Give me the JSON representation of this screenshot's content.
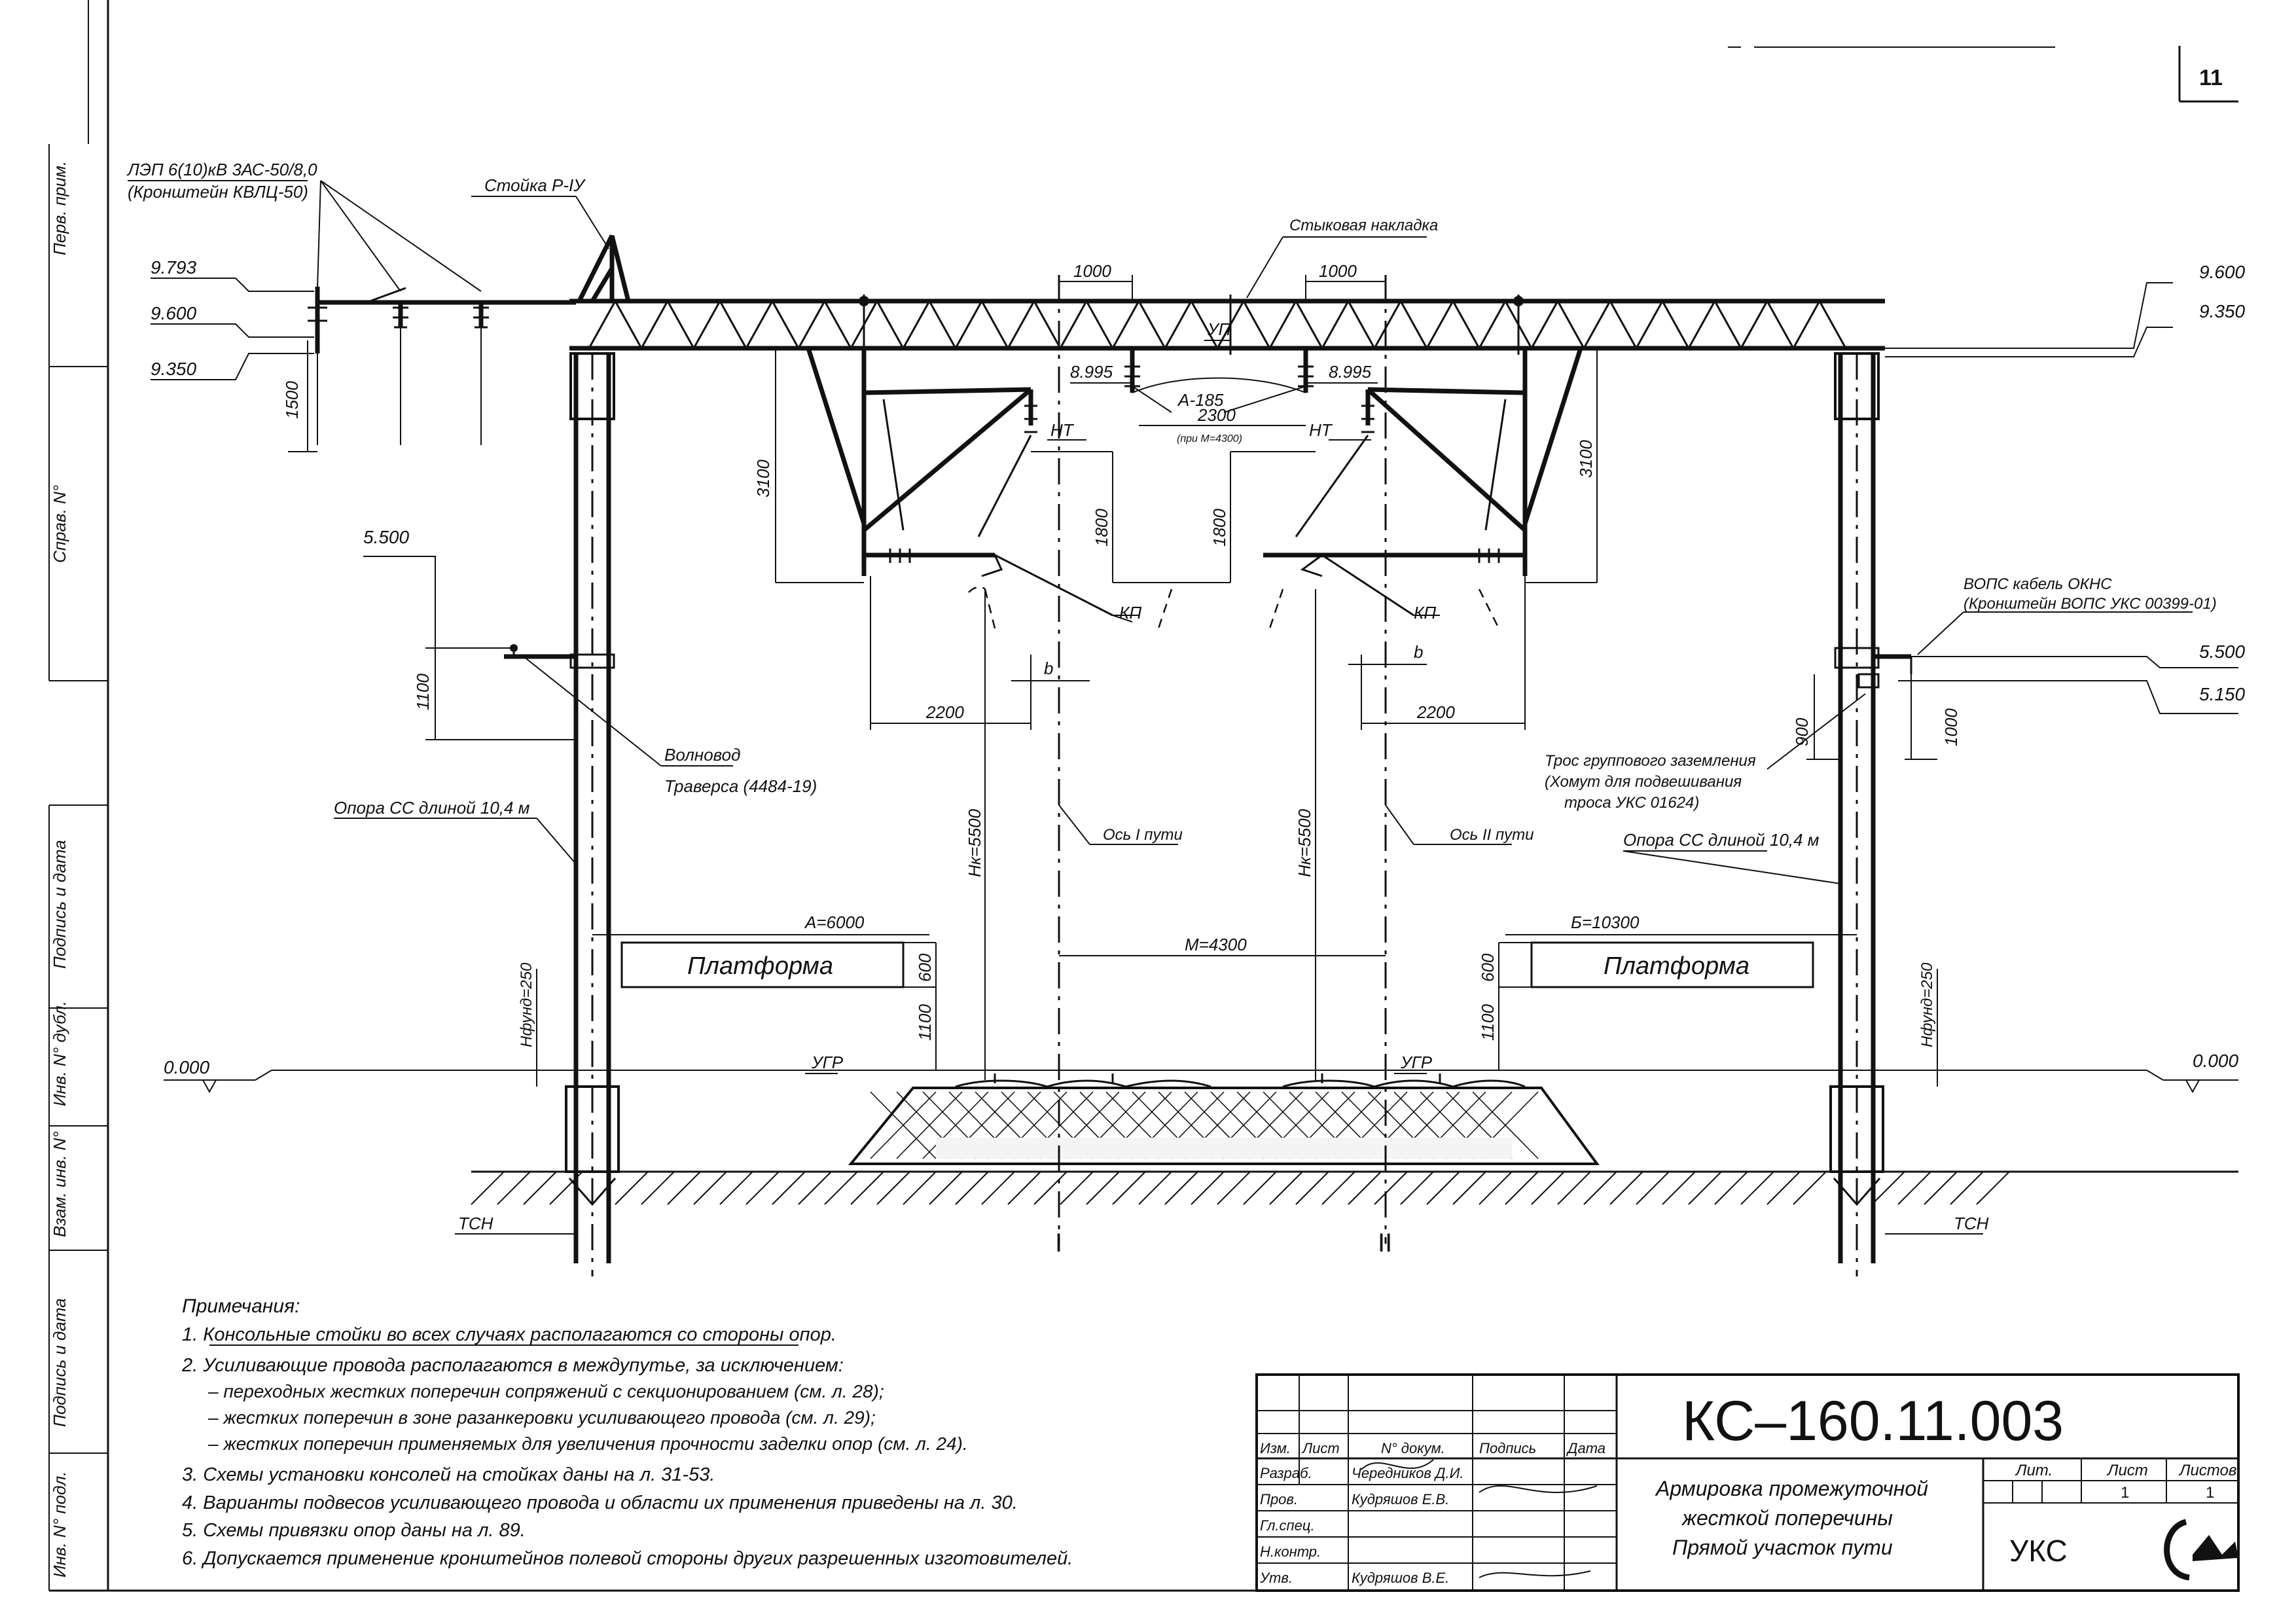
{
  "sheet_number": "11",
  "side_labels": [
    "Перв. прим.",
    "Справ. N°",
    "Подпись и дата",
    "Инв. N° дубл.",
    "Взам. инв. N°",
    "Подпись и дата",
    "Инв. N° подл."
  ],
  "callouts": {
    "lep": "ЛЭП 6(10)кВ 3АС-50/8,0",
    "lep_bracket": "(Кронштейн КВЛЦ-50)",
    "stoika": "Стойка Р-IУ",
    "stykovaya": "Стыковая накладка",
    "up": "УП",
    "a185": "А-185",
    "nt1": "НТ",
    "nt2": "НТ",
    "kp1": "КП",
    "kp2": "КП",
    "vops": "ВОПС кабель ОКНС",
    "vops_bracket": "(Кронштейн ВОПС УКС 00399-01)",
    "volnovod": "Волновод",
    "traversa": "Траверса (4484-19)",
    "opora_left": "Опора СС длиной 10,4 м",
    "opora_right": "Опора СС длиной 10,4 м",
    "tros1": "Трос группового заземления",
    "tros2": "(Хомут для подвешивания",
    "tros3": "троса УКС 01624)",
    "os1": "Ось I пути",
    "os2": "Ось II пути",
    "platform_left": "Платформа",
    "platform_right": "Платформа",
    "ugr1": "УГР",
    "ugr2": "УГР",
    "tsn1": "ТСН",
    "tsn2": "ТСН",
    "track1": "I",
    "track2": "II"
  },
  "elevations": {
    "l9793": "9.793",
    "l9600": "9.600",
    "l9350": "9.350",
    "l5500": "5.500",
    "l0000": "0.000",
    "r9600": "9.600",
    "r9350": "9.350",
    "r5500": "5.500",
    "r5150": "5.150",
    "r0000": "0.000",
    "c8995a": "8.995",
    "c8995b": "8.995"
  },
  "dimensions": {
    "d1000a": "1000",
    "d1000b": "1000",
    "d2300": "2300",
    "d2300note": "(при М=4300)",
    "d1500": "1500",
    "d3100a": "3100",
    "d3100b": "3100",
    "d1800a": "1800",
    "d1800b": "1800",
    "d2200a": "2200",
    "d2200b": "2200",
    "db1": "b",
    "db2": "b",
    "d1100": "1100",
    "d900": "900",
    "d1000c": "1000",
    "hk1": "Hк=5500",
    "hk2": "Hк=5500",
    "a6000": "А=6000",
    "m4300": "М=4300",
    "b10300": "Б=10300",
    "d600a": "600",
    "d1100a": "1100",
    "d600b": "600",
    "d1100b": "1100",
    "hfund1": "Hфунд=250",
    "hfund2": "Hфунд=250"
  },
  "notes": {
    "title": "Примечания:",
    "items": [
      "1. Консольные стойки во всех случаях располагаются со стороны опор.",
      "2. Усиливающие провода располагаются в междупутье, за исключением:",
      "– переходных жестких поперечин сопряжений с секционированием (см. л. 28);",
      "– жестких поперечин в зоне разанкеровки усиливающего провода (см. л. 29);",
      "– жестких поперечин применяемых для увеличения прочности заделки опор (см. л. 24).",
      "3. Схемы установки консолей на стойках даны на л. 31-53.",
      "4. Варианты подвесов усиливающего провода и области их применения приведены на л. 30.",
      "5. Схемы привязки опор даны на л. 89.",
      "6. Допускается применение кронштейнов полевой стороны  других разрешенных изготовителей."
    ]
  },
  "title_block": {
    "code": "КС–160.11.003",
    "headers": [
      "Изм.",
      "Лист",
      "N° докум.",
      "Подпись",
      "Дата"
    ],
    "roles": [
      {
        "role": "Разраб.",
        "name": "Чередников Д.И."
      },
      {
        "role": "Пров.",
        "name": "Кудряшов Е.В."
      },
      {
        "role": "Гл.спец.",
        "name": ""
      },
      {
        "role": "Н.контр.",
        "name": ""
      },
      {
        "role": "Утв.",
        "name": "Кудряшов В.Е."
      }
    ],
    "title_lines": [
      "Армировка промежуточной",
      "жесткой поперечины",
      "Прямой участок пути"
    ],
    "lit_header": "Лит.",
    "list_header": "Лист",
    "listov_header": "Листов",
    "list_value": "1",
    "listov_value": "1",
    "org": "УКС"
  }
}
